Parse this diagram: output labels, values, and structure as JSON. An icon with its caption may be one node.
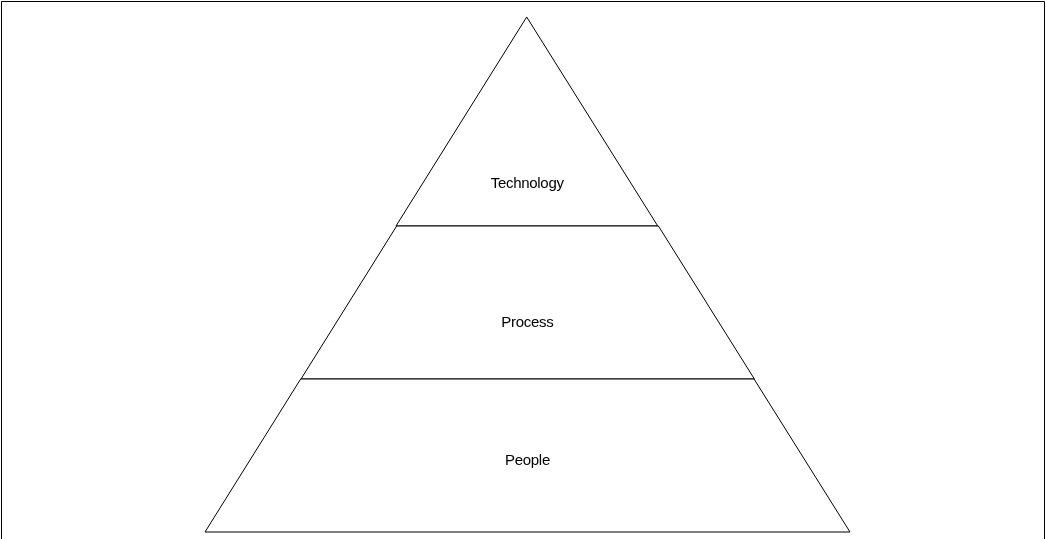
{
  "diagram": {
    "nodes": [
      {
        "text": [
          "Technology"
        ]
      },
      {
        "text": [
          "Process"
        ]
      },
      {
        "text": [
          "People"
        ]
      }
    ]
  }
}
